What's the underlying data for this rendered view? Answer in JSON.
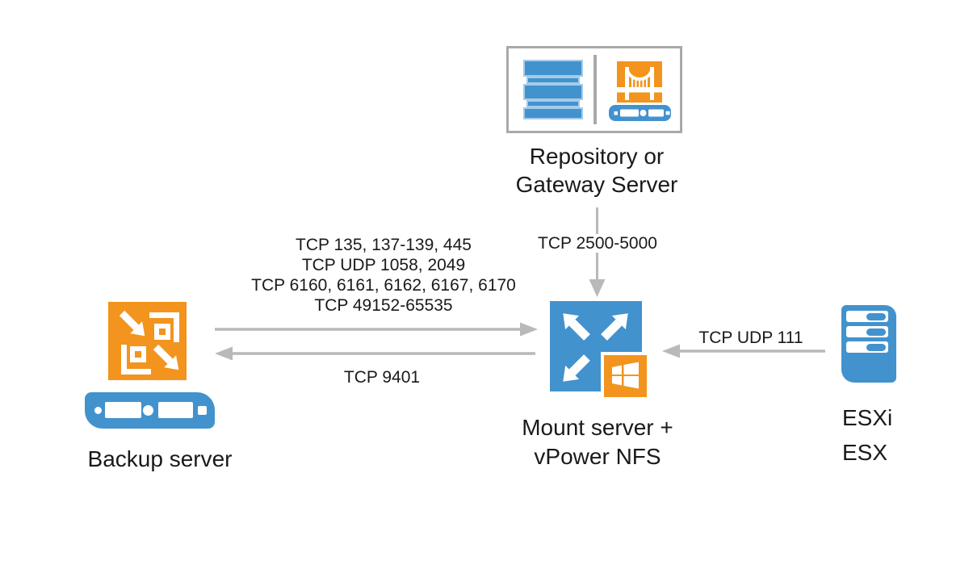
{
  "nodes": {
    "repository": {
      "label": [
        "Repository or",
        "Gateway Server"
      ]
    },
    "backup_server": {
      "label": "Backup server"
    },
    "mount_server": {
      "label": [
        "Mount server +",
        "vPower NFS"
      ]
    },
    "esxi": {
      "label": [
        "ESXi",
        "ESX"
      ]
    }
  },
  "connections": {
    "repository_to_mount": {
      "label": "TCP 2500-5000",
      "direction": "down"
    },
    "backup_to_mount": {
      "direction": "right",
      "ports": [
        "TCP 135, 137-139, 445",
        "TCP UDP 1058, 2049",
        "TCP 6160, 6161, 6162, 6167, 6170",
        "TCP 49152-65535"
      ]
    },
    "mount_to_backup": {
      "label": "TCP 9401",
      "direction": "left"
    },
    "esxi_to_mount": {
      "label": "TCP UDP 111",
      "direction": "left"
    }
  },
  "icons": {
    "repository": "disk-stack-icon",
    "gateway": "bridge-gateway-icon",
    "backup_server": "backup-arrows-icon",
    "backup_appliance": "server-appliance-icon",
    "mount_server": "expand-arrows-icon",
    "windows": "windows-logo-icon",
    "esxi": "tower-server-icon"
  },
  "colors": {
    "blue": "#4292CE",
    "orange": "#F2941E",
    "arrow_gray": "#B9B9B9",
    "border_gray": "#A9A9A9",
    "text": "#1A1A1A",
    "disk_outline": "#A5CBE9",
    "background": "#FFFFFF"
  }
}
